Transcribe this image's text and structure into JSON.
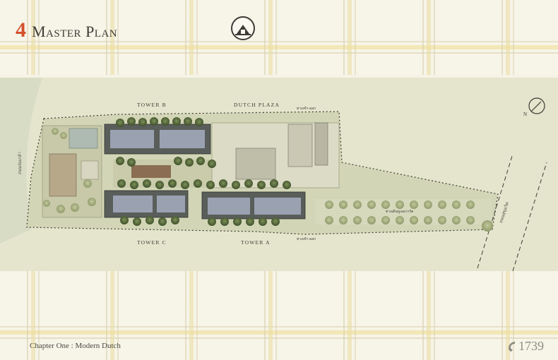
{
  "header": {
    "chapter_number": "4",
    "title": "Master Plan"
  },
  "plan": {
    "labels": {
      "tower_b": "TOWER B",
      "dutch_plaza": "DUTCH PLAZA",
      "tower_c": "TOWER C",
      "tower_a": "TOWER A",
      "north": "N",
      "road_left": "ถนนร่มเกล้า",
      "road_right": "ถนนสุขุมวิท",
      "entrance_top": "ทางเข้า-ออก",
      "entrance_bottom": "ทางเข้า-ออก",
      "boulevard": "ทางเดินบูเลอวาร์ด"
    }
  },
  "footer": {
    "chapter": "Chapter One : Modern Dutch",
    "page_number": "1739"
  },
  "colors": {
    "accent": "#d3502a",
    "text": "#3c3b36",
    "plan_bg": "#e5e5cd",
    "tree": "#4f6334"
  }
}
